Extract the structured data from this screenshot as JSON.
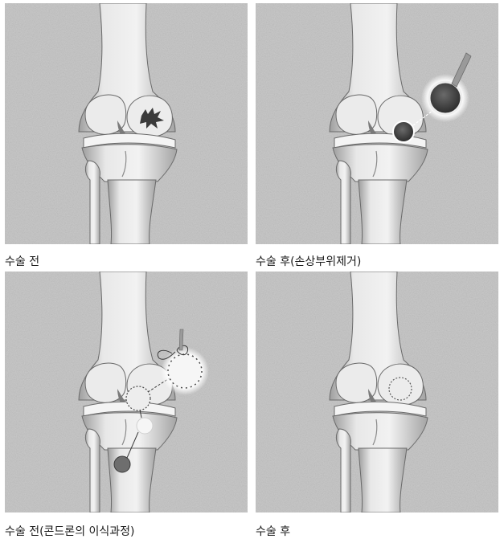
{
  "panels": [
    {
      "caption": "수술 전"
    },
    {
      "caption": "수술 후(손상부위제거)"
    },
    {
      "caption": "수술 전(콘드론의 이식과정)"
    },
    {
      "caption": "수술 후"
    }
  ],
  "colors": {
    "background": "#c9c9c9",
    "bone_fill": "#e4e4e4",
    "bone_shadow": "#9c9c9c",
    "outline": "#5a5a5a",
    "damage": "#3a3a3a",
    "lesion": "#3e3e3e",
    "graft_donor": "#6e6e6e"
  }
}
